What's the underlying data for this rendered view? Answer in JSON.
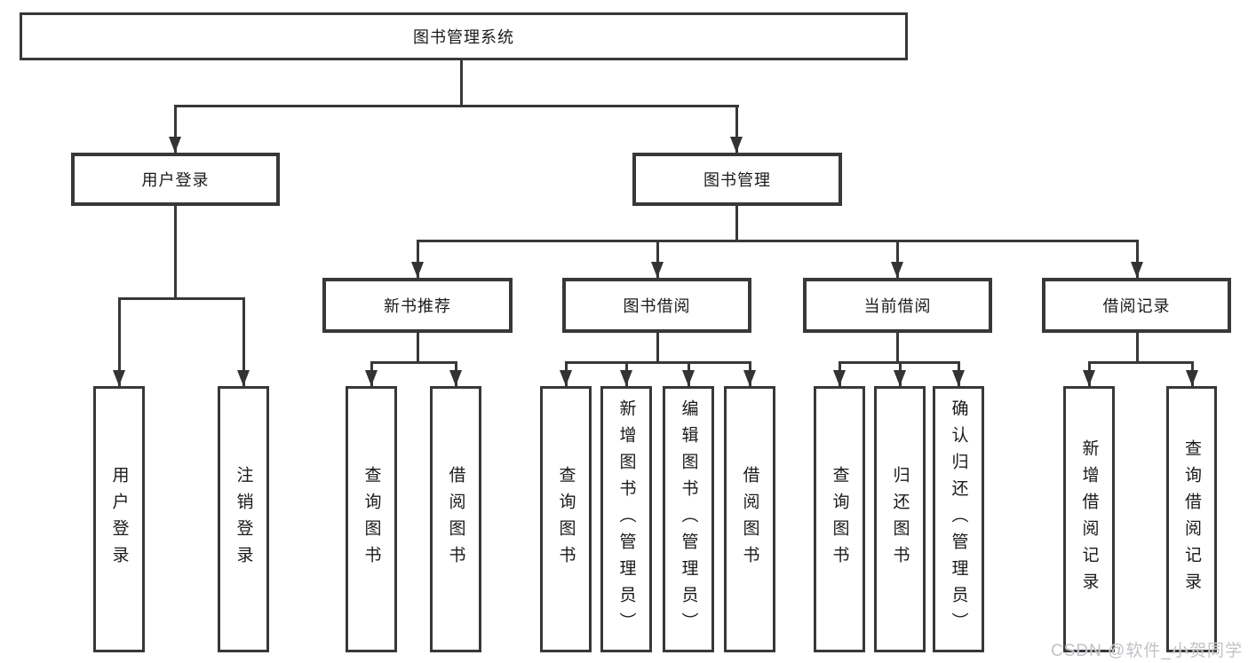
{
  "title": "图书管理系统",
  "tree": {
    "root": {
      "label": "图书管理系统"
    },
    "branches": [
      {
        "label": "用户登录",
        "children": [
          {
            "label": "用户登录"
          },
          {
            "label": "注销登录"
          }
        ]
      },
      {
        "label": "图书管理",
        "children": [
          {
            "label": "新书推荐",
            "children": [
              {
                "label": "查询图书"
              },
              {
                "label": "借阅图书"
              }
            ]
          },
          {
            "label": "图书借阅",
            "children": [
              {
                "label": "查询图书"
              },
              {
                "label": "新增图书（管理员）"
              },
              {
                "label": "编辑图书（管理员）"
              },
              {
                "label": "借阅图书"
              }
            ]
          },
          {
            "label": "当前借阅",
            "children": [
              {
                "label": "查询图书"
              },
              {
                "label": "归还图书"
              },
              {
                "label": "确认归还（管理员）"
              }
            ]
          },
          {
            "label": "借阅记录",
            "children": [
              {
                "label": "新增借阅记录"
              },
              {
                "label": "查询借阅记录"
              }
            ]
          }
        ]
      }
    ]
  },
  "watermark": "CSDN @软件_小贺同学",
  "colors": {
    "line": "#383838",
    "text": "#1a1a1a",
    "background": "#ffffff",
    "watermark": "#bfc3c7"
  }
}
